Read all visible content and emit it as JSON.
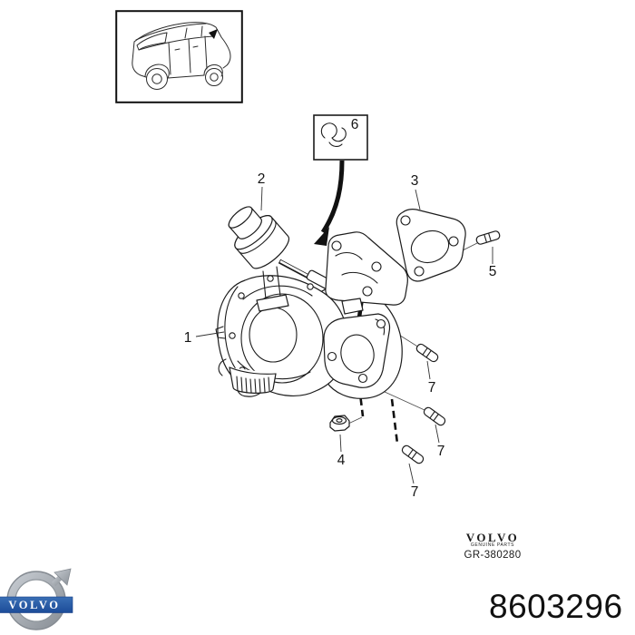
{
  "colors": {
    "line_art": "#1c1c1c",
    "callout_text": "#141414",
    "logo_banner_blue": "#2a5fa8",
    "logo_metal_gray": "#a9aeb5"
  },
  "vehicle_inset": {
    "icon": "suv-rear-three-quarter-icon",
    "marker_icon": "engine-location-arrow-icon"
  },
  "callout_box": {
    "icon": "retaining-clip-icon"
  },
  "callouts": {
    "c1": "1",
    "c2": "2",
    "c3": "3",
    "c4": "4",
    "c5": "5",
    "c6": "6",
    "c7a": "7",
    "c7b": "7",
    "c7c": "7"
  },
  "stamp": {
    "brand": "VOLVO",
    "subtitle": "GENUINE PARTS",
    "reference": "GR-380280"
  },
  "part_number": "8603296",
  "logo": {
    "text": "VOLVO"
  }
}
